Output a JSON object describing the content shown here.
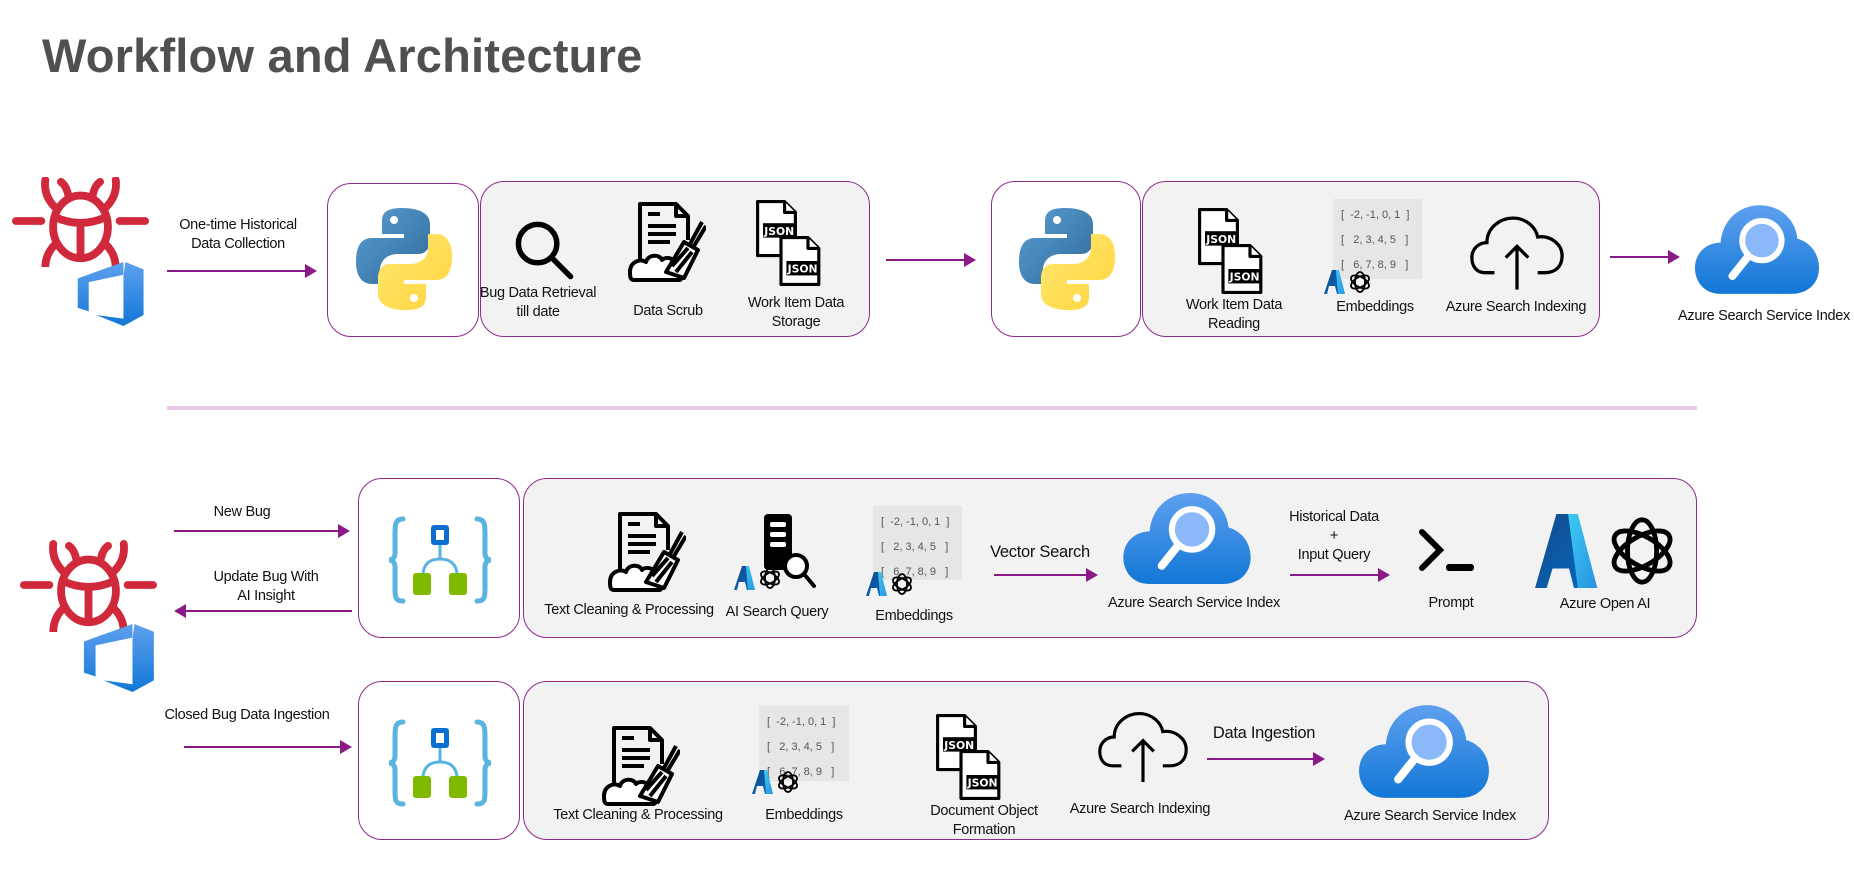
{
  "title": "Workflow and Architecture",
  "colors": {
    "arrow": "#8b1a87",
    "box_border": "#8e2a8c",
    "box_fill": "#f2f2f2",
    "bug": "#d0293c",
    "azure_blue": "#1f7ad8",
    "divider": "#e6c8e6"
  },
  "matrix_rows": [
    "[  -2, -1, 0, 1  ]",
    "[   2, 3, 4, 5   ]",
    "[   6, 7, 8, 9   ]"
  ],
  "historical": {
    "source_icons": [
      "bug-icon",
      "azure-devops-icon"
    ],
    "collection_label": "One-time Historical Data Collection",
    "python_icon": "python-icon",
    "steps": [
      {
        "icon": "magnifier-icon",
        "label": "Bug Data Retrieval till date"
      },
      {
        "icon": "data-scrub-icon",
        "label": "Data Scrub"
      },
      {
        "icon": "json-files-icon",
        "label": "Work Item Data Storage"
      }
    ],
    "indexing_steps": [
      {
        "icon": "json-files-icon",
        "label": "Work Item Data Reading"
      },
      {
        "icon": "embeddings-icon",
        "label": "Embeddings"
      },
      {
        "icon": "cloud-upload-icon",
        "label": "Azure Search Indexing"
      }
    ],
    "target": {
      "icon": "azure-search-icon",
      "label": "Azure Search Service Index"
    }
  },
  "realtime": {
    "new_bug_label": "New Bug",
    "update_bug_label": "Update Bug With AI Insight",
    "orchestrator_icon": "logic-app-icon",
    "steps": [
      {
        "icon": "text-cleaning-icon",
        "label": "Text Cleaning & Processing"
      },
      {
        "icon": "ai-search-query-icon",
        "label": "AI Search Query"
      },
      {
        "icon": "embeddings-icon",
        "label": "Embeddings"
      }
    ],
    "vector_search_label": "Vector Search",
    "search_index_label": "Azure Search Service Index",
    "historical_data_label": "Historical Data",
    "plus_label": "+",
    "input_query_label": "Input Query",
    "prompt_label": "Prompt",
    "openai_label": "Azure Open AI"
  },
  "ingestion": {
    "label": "Closed Bug Data Ingestion",
    "orchestrator_icon": "logic-app-icon",
    "steps": [
      {
        "icon": "text-cleaning-icon",
        "label": "Text Cleaning & Processing"
      },
      {
        "icon": "embeddings-icon",
        "label": "Embeddings"
      },
      {
        "icon": "json-files-icon",
        "label": "Document Object Formation"
      },
      {
        "icon": "cloud-upload-icon",
        "label": "Azure Search Indexing"
      }
    ],
    "data_ingestion_label": "Data Ingestion",
    "target_label": "Azure Search Service Index"
  }
}
